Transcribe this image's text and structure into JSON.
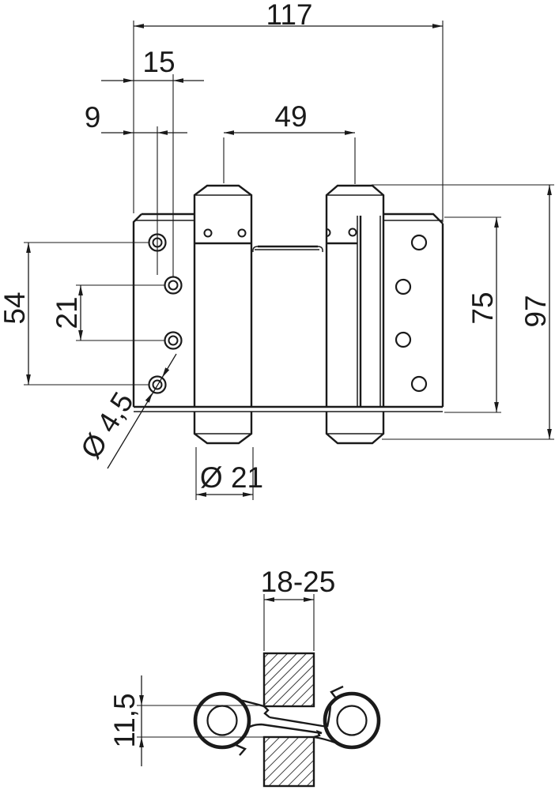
{
  "drawing": {
    "kind": "technical drawing - double action spring hinge",
    "front_view": {
      "dim_total_width": "117",
      "dim_hole_col2_offset": "15",
      "dim_hole_col1_offset": "9",
      "dim_barrel_spacing": "49",
      "dim_hole_span": "54",
      "dim_hole_gap": "21",
      "dim_screw_hole_dia": "Ø 4,5",
      "dim_barrel_dia": "Ø 21",
      "dim_leaf_height": "75",
      "dim_total_height": "97"
    },
    "plan_view": {
      "dim_door_thickness": "18-25",
      "dim_leaf_offset": "11,5"
    },
    "colors": {
      "line": "#1a1a1a",
      "background": "#ffffff"
    }
  }
}
